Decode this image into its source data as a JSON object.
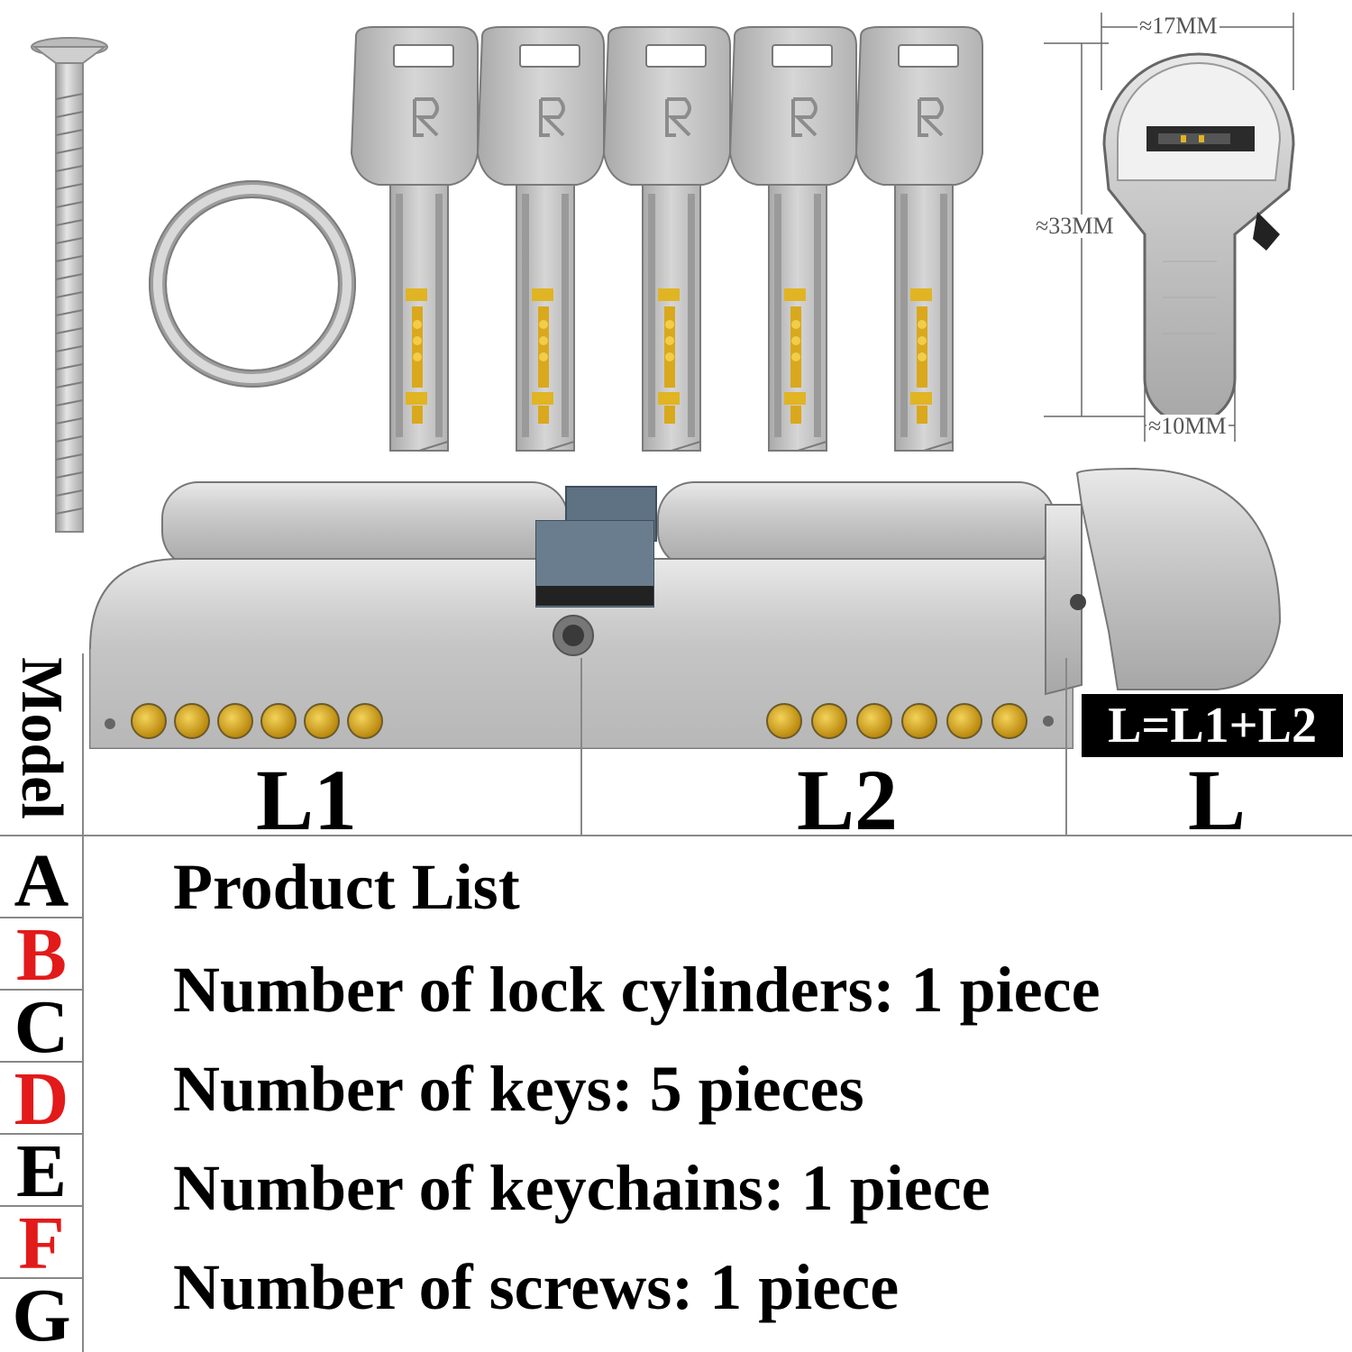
{
  "dimensions": {
    "width_label": "≈17MM",
    "height_label": "≈33MM",
    "bottom_label": "≈10MM"
  },
  "segments": {
    "l1": "L1",
    "l2": "L2",
    "l": "L",
    "formula": "L=L1+L2"
  },
  "model": {
    "heading": "Model",
    "options": [
      {
        "label": "A",
        "color": "#000000"
      },
      {
        "label": "B",
        "color": "#e21a1a"
      },
      {
        "label": "C",
        "color": "#000000"
      },
      {
        "label": "D",
        "color": "#e21a1a"
      },
      {
        "label": "E",
        "color": "#000000"
      },
      {
        "label": "F",
        "color": "#e21a1a"
      },
      {
        "label": "G",
        "color": "#000000"
      }
    ]
  },
  "product_list": {
    "title": "Product List",
    "items": [
      "Number of lock cylinders: 1 piece",
      "Number of keys: 5 pieces",
      "Number of keychains: 1 piece",
      "Number of screws: 1 piece"
    ]
  },
  "key_logo": "R",
  "colors": {
    "metal": "#c9c9c9",
    "brass": "#e0b423",
    "cam": "#6a7d8f"
  }
}
